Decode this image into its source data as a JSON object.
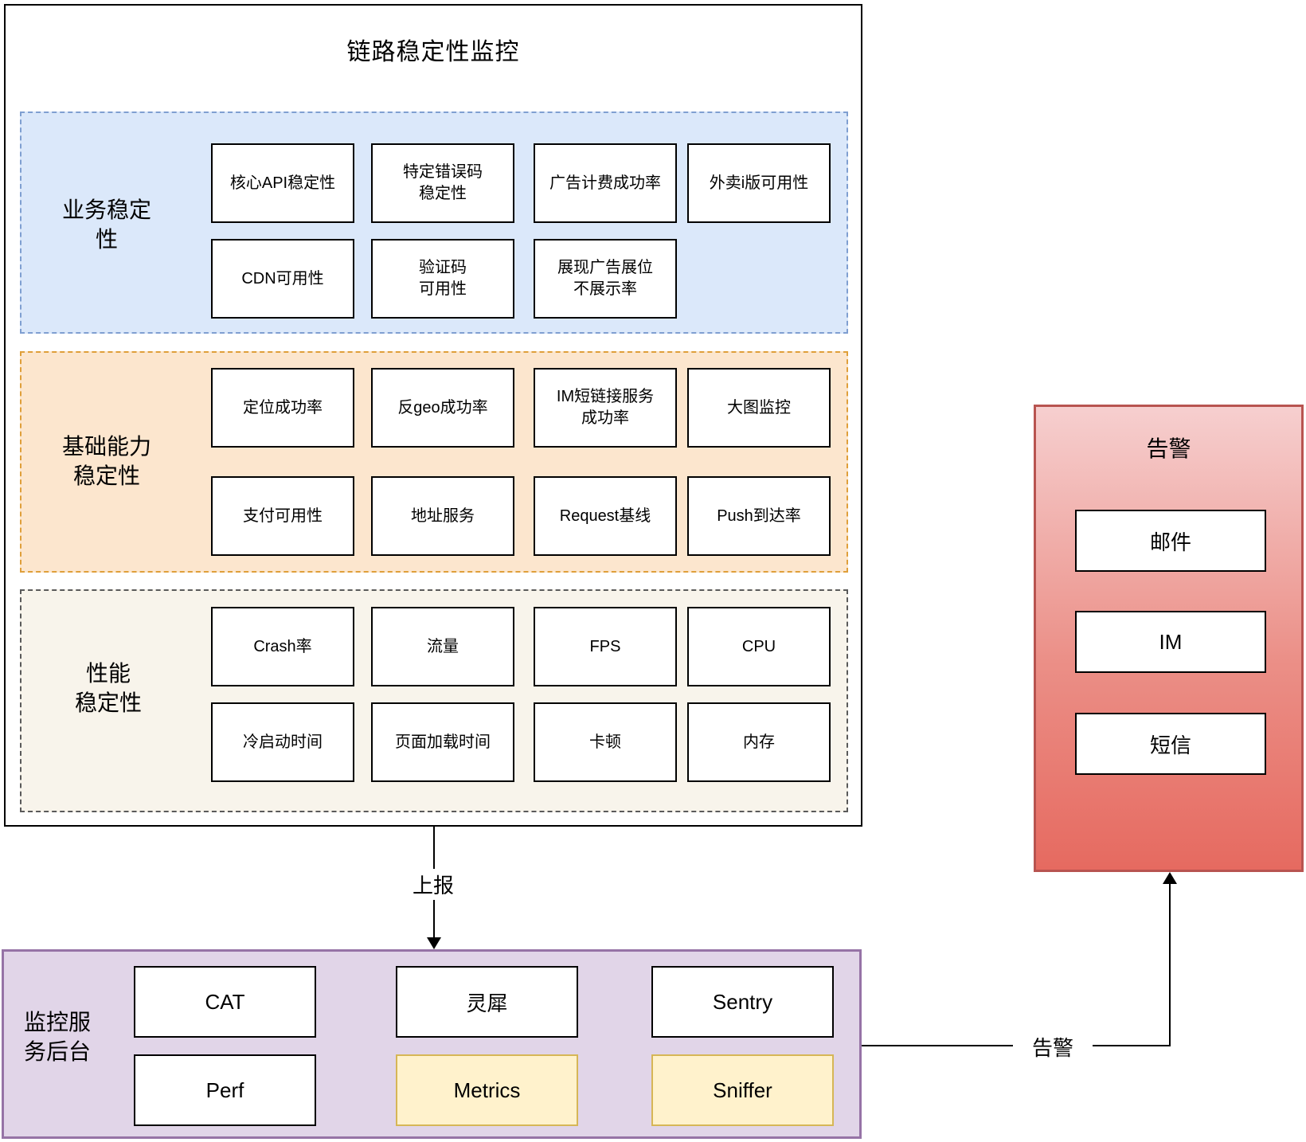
{
  "monitor": {
    "title": "链路稳定性监控",
    "business": {
      "label": "业务稳定\n性",
      "boxes": [
        "核心API稳定性",
        "特定错误码\n稳定性",
        "广告计费成功率",
        "外卖i版可用性",
        "CDN可用性",
        "验证码\n可用性",
        "展现广告展位\n不展示率"
      ]
    },
    "foundation": {
      "label": "基础能力\n稳定性",
      "boxes": [
        "定位成功率",
        "反geo成功率",
        "IM短链接服务\n成功率",
        "大图监控",
        "支付可用性",
        "地址服务",
        "Request基线",
        "Push到达率"
      ]
    },
    "performance": {
      "label": "性能\n稳定性",
      "boxes": [
        "Crash率",
        "流量",
        "FPS",
        "CPU",
        "冷启动时间",
        "页面加载时间",
        "卡顿",
        "内存"
      ]
    }
  },
  "backend": {
    "label": "监控服\n务后台",
    "boxes": [
      "CAT",
      "灵犀",
      "Sentry",
      "Perf",
      "Metrics",
      "Sniffer"
    ]
  },
  "alert": {
    "title": "告警",
    "channels": [
      "邮件",
      "IM",
      "短信"
    ]
  },
  "edges": {
    "report_label": "上报",
    "alert_label": "告警"
  },
  "colors": {
    "business_bg": "#dbe8fa",
    "business_border": "#7f9fd1",
    "foundation_bg": "#fce6ce",
    "foundation_border": "#df9f3a",
    "performance_bg": "#f8f4eb",
    "performance_border": "#5a5a5a",
    "backend_bg": "#e1d5e8",
    "backend_border": "#9673a6",
    "highlight_bg": "#fff2cc",
    "highlight_border": "#d6b656",
    "alert_gradient_top": "#f6cfcf",
    "alert_gradient_bottom": "#e66a60",
    "alert_border": "#b85450"
  }
}
